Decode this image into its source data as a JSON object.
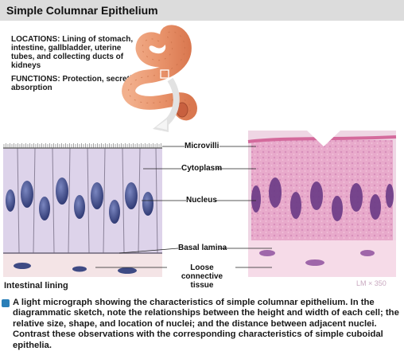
{
  "header": {
    "title": "Simple Columnar Epithelium"
  },
  "info": {
    "locations_label": "LOCATIONS:",
    "locations_text": " Lining of stomach, intestine, gallbladder, uterine tubes, and collecting ducts of kidneys",
    "functions_label": "FUNCTIONS:",
    "functions_text": " Protection, secretion, absorption"
  },
  "labels": {
    "microvilli": "Microvilli",
    "cytoplasm": "Cytoplasm",
    "nucleus": "Nucleus",
    "basal_lamina": "Basal lamina",
    "loose_connective_1": "Loose connective",
    "loose_connective_2": "tissue"
  },
  "caption": "Intestinal lining",
  "magnification": "LM × 350",
  "description": "A light micrograph showing the characteristics of simple columnar epithelium. In the diagrammatic sketch, note the relationships between the height and width of each cell; the relative size, shape, and location of nuclei; and the distance between adjacent nuclei. Contrast these observations with the corresponding characteristics of simple cuboidal epithelia.",
  "colors": {
    "sketch_cells": "#ddd3ea",
    "sketch_nucleus": "#3e4a84",
    "connective": "#f4e4e6",
    "micrograph_pink": "#e4a4c8",
    "micrograph_nucleus": "#6a3a86",
    "intestine": "#e9946c"
  }
}
